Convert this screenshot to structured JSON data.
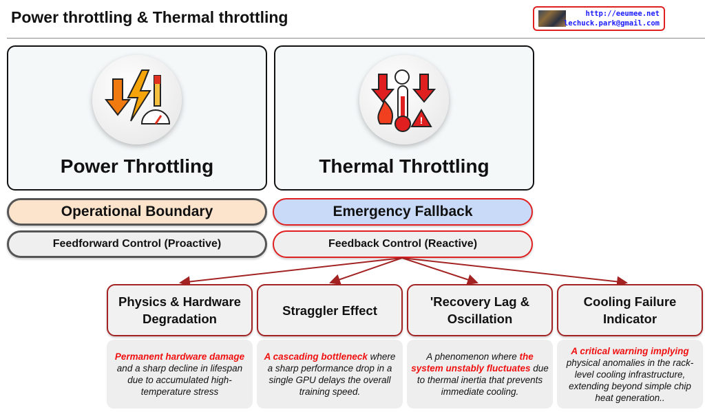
{
  "title": "Power throttling & Thermal throttling",
  "badge": {
    "url": "http://eeumee.net",
    "email": "lechuck.park@gmail.com"
  },
  "cards": [
    {
      "label": "Power Throttling",
      "icon": "power-lightning-gauge-icon"
    },
    {
      "label": "Thermal Throttling",
      "icon": "thermometer-fire-warning-icon"
    }
  ],
  "pills": {
    "left_top": "Operational Boundary",
    "left_bottom": "Feedforward Control (Proactive)",
    "right_top": "Emergency Fallback",
    "right_bottom": "Feedback Control (Reactive)"
  },
  "colors": {
    "orange_fill": "#fbe3cc",
    "blue_fill": "#c9daf8",
    "accent_red": "#e02020",
    "dark_red": "#a32222"
  },
  "effects": [
    {
      "title": "Physics & Hardware Degradation",
      "pre": "",
      "hl": "Permanent hardware damage",
      "post": " and a sharp decline in lifespan due to accumulated high-temperature stress"
    },
    {
      "title": "Straggler Effect",
      "pre": "",
      "hl": "A cascading bottleneck",
      "post": " where a sharp performance drop in a single GPU delays the overall training speed."
    },
    {
      "title": "'Recovery Lag & Oscillation",
      "pre": "A phenomenon where ",
      "hl": "the system unstably fluctuates",
      "post": " due to thermal inertia that prevents immediate cooling."
    },
    {
      "title": "Cooling Failure Indicator",
      "pre": "",
      "hl": "A critical warning implying",
      "post": " physical anomalies in the rack-level cooling infrastructure, extending beyond simple chip heat generation.."
    }
  ]
}
